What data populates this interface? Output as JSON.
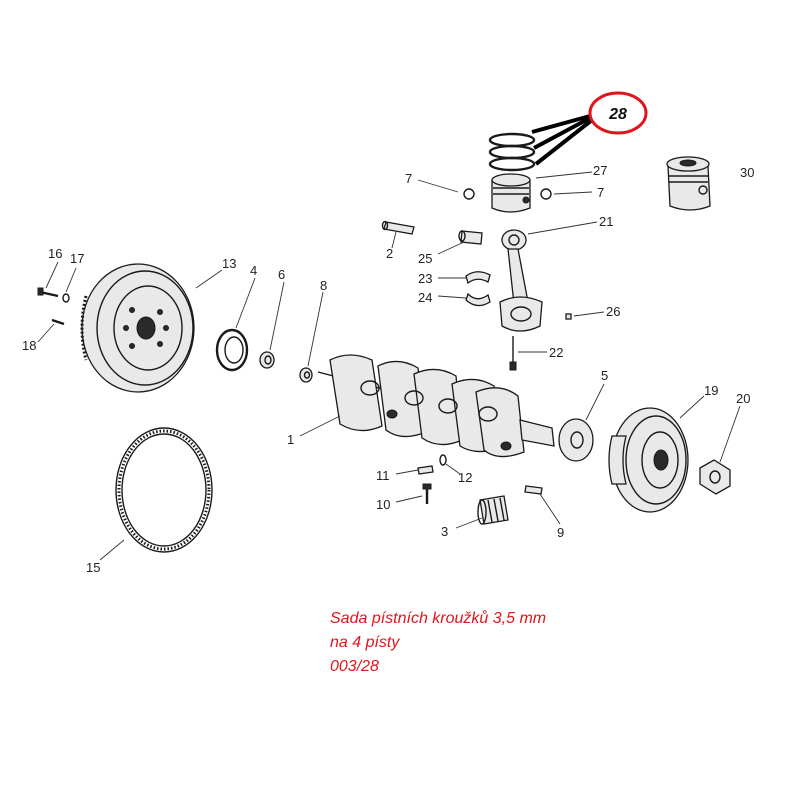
{
  "highlight": {
    "label": "28",
    "color": "#e1141b"
  },
  "caption": {
    "line1": "Sada pístních kroužků 3,5 mm",
    "line2": "na 4 písty",
    "line3": "003/28",
    "color": "#e1141b"
  },
  "part_labels": {
    "p1": "1",
    "p2": "2",
    "p3": "3",
    "p4": "4",
    "p5": "5",
    "p6": "6",
    "p7a": "7",
    "p7b": "7",
    "p8": "8",
    "p9": "9",
    "p10": "10",
    "p11": "11",
    "p12": "12",
    "p13": "13",
    "p15": "15",
    "p16": "16",
    "p17": "17",
    "p18": "18",
    "p19": "19",
    "p20": "20",
    "p21": "21",
    "p22": "22",
    "p23": "23",
    "p24": "24",
    "p25": "25",
    "p26": "26",
    "p27": "27",
    "p30": "30"
  }
}
